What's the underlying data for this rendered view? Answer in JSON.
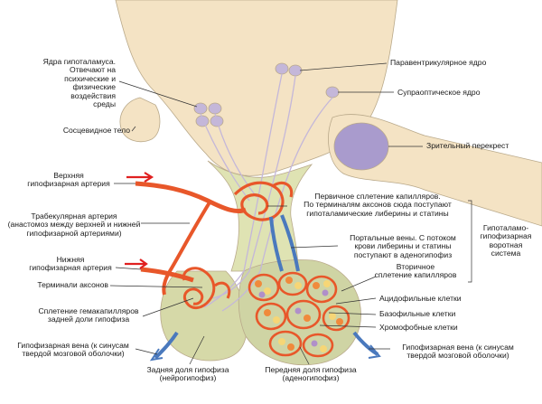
{
  "labels": {
    "hypothalamic_nuclei": "Ядра гипоталамуса.\nОтвечают на\nпсихические и\nфизические\nвоздействия\nсреды",
    "mammillary_body": "Сосцевидное тело",
    "paraventricular_nucleus": "Паравентрикулярное ядро",
    "supraoptic_nucleus": "Супраоптическое ядро",
    "optic_chiasm": "Зрительный перекрест",
    "superior_hypophyseal_artery": "Верхняя\nгипофизарная артерия",
    "trabecular_artery": "Трабекулярная артерия\n(анастомоз между верхней и нижней\nгипофизарной артериями)",
    "inferior_hypophyseal_artery": "Нижняя\nгипофизарная артерия",
    "axon_terminals": "Терминали аксонов",
    "posterior_capillary_plexus": "Сплетение гемакапилляров\nзадней доли гипофиза",
    "hypophyseal_vein_left": "Гипофизарная вена (к синусам\nтвердой мозговой оболочки)",
    "posterior_lobe": "Задняя доля гипофиза\n(нейрогипофиз)",
    "anterior_lobe": "Передняя доля гипофиза\n(аденогипофиз)",
    "primary_plexus": "Первичное сплетение капилляров.\nПо терминалям аксонов сюда поступают\nгипоталамические либерины и статины",
    "portal_veins": "Портальные вены. С потоком\nкрови либерины и статины\nпоступают в аденогипофиз",
    "secondary_plexus": "Вторичное\nсплетение капилляров",
    "portal_system": "Гипоталамо-\nгипофизарная\nворотная\nсистема",
    "acidophils": "Ацидофильные клетки",
    "basophils": "Базофильные клетки",
    "chromophobes": "Хромофобные клетки",
    "hypophyseal_vein_right": "Гипофизарная вена (к синусам\nтвердой мозговой оболочки)"
  },
  "colors": {
    "brain": "#f4e3c4",
    "stalk": "#dfe3b3",
    "posterior_lobe": "#d6d9a8",
    "anterior_lobe": "#cfd4a4",
    "neuron": "#c4b7d9",
    "chiasm": "#a99bcd",
    "artery": "#e8572a",
    "vein": "#4a79bd",
    "acidophil": "#f08a3c",
    "basophil": "#b08fc9",
    "chromophobe": "#f6d676",
    "arrow": "#e02020",
    "leader": "#333333"
  }
}
